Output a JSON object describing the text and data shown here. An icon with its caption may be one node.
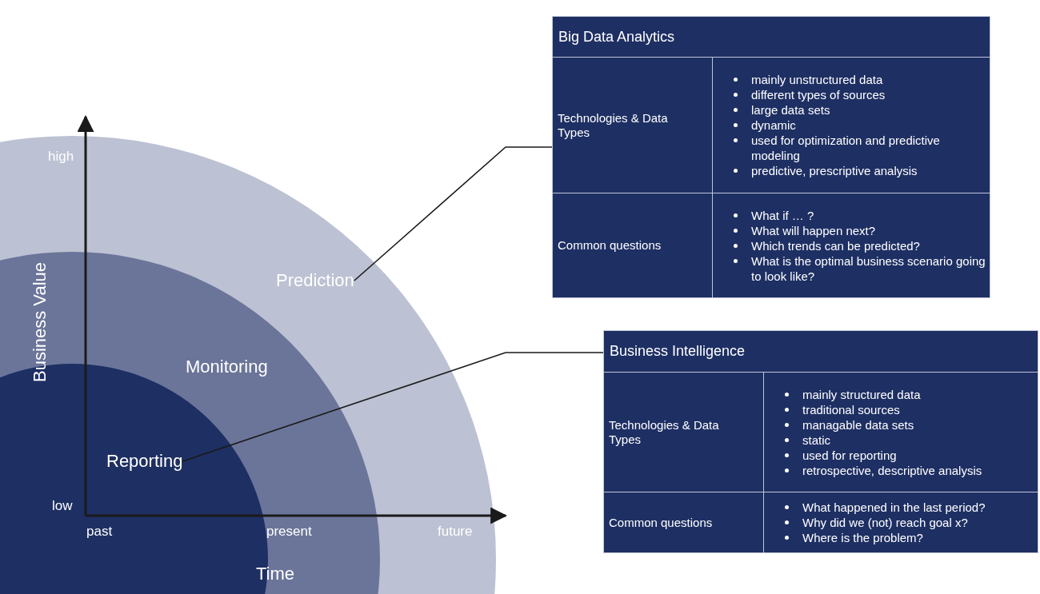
{
  "diagram": {
    "nodes": [
      {
        "text": [
          "Prediction"
        ]
      },
      {
        "text": [
          "Monitoring"
        ]
      },
      {
        "text": [
          "Reporting"
        ]
      },
      {
        "text": [
          "Big Data Analytics",
          "Technologies & Data Types",
          "mainly unstructured data",
          "different types of sources",
          "large data sets",
          "dynamic",
          "used for optimization and predictive modeling",
          "predictive, prescriptive analysis",
          "Common questions",
          "What if … ?",
          "What will happen next?",
          "Which trends can be predicted?",
          "What is the optimal business scenario going to look like?"
        ]
      },
      {
        "text": [
          "Business Intelligence",
          "Technologies & Data Types",
          "mainly structured data",
          "traditional sources",
          "managable data sets",
          "static",
          "used for reporting",
          "retrospective, descriptive analysis",
          "Common questions",
          "What happened in the last period?",
          "Why did we (not) reach goal x?",
          "Where is the problem?"
        ]
      }
    ],
    "edges": [
      {
        "from": 0,
        "to": 3,
        "arrow": "none"
      },
      {
        "from": 2,
        "to": 4,
        "arrow": "none"
      }
    ],
    "labels": [
      "high",
      "Business Value",
      "low",
      "past",
      "present",
      "future",
      "Time"
    ]
  }
}
